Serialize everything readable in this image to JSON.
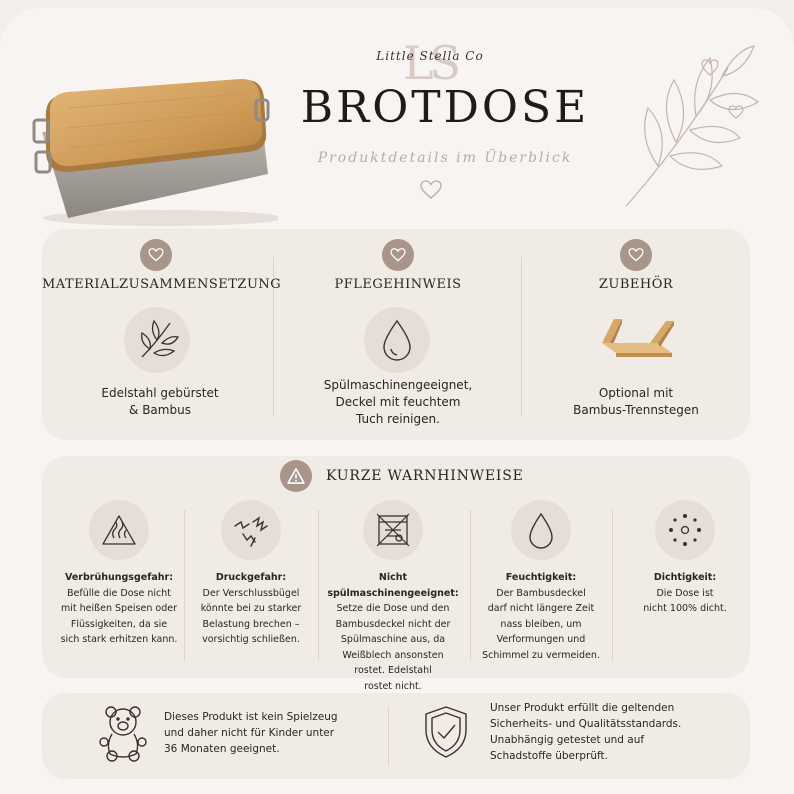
{
  "brand": {
    "monogram": "LS",
    "name": "Little Stella Co"
  },
  "header": {
    "title": "BROTDOSE",
    "subtitle": "Produktdetails im Überblick"
  },
  "details": [
    {
      "title": "MATERIALZUSAMMENSETZUNG",
      "text_lines": [
        "Edelstahl gebürstet",
        "& Bambus"
      ],
      "icon": "leaf-icon"
    },
    {
      "title": "PFLEGEHINWEIS",
      "text_lines": [
        "Spülmaschinengeeignet,",
        "Deckel mit feuchtem",
        "Tuch reinigen."
      ],
      "icon": "water-drop-icon"
    },
    {
      "title": "ZUBEHÖR",
      "text_lines": [
        "Optional mit",
        "Bambus-Trennstegen"
      ],
      "icon": "bamboo-divider-icon"
    }
  ],
  "warnings": {
    "title": "KURZE WARNHINWEISE",
    "items": [
      {
        "heading": "Verbrühungsgefahr:",
        "lines": [
          "Befülle die Dose nicht",
          "mit heißen Speisen oder",
          "Flüssigkeiten, da sie",
          "sich stark erhitzen kann."
        ],
        "icon": "hot-warning-icon"
      },
      {
        "heading": "Druckgefahr:",
        "lines": [
          "Der Verschlussbügel",
          "könnte bei zu starker",
          "Belastung brechen –",
          "vorsichtig schließen."
        ],
        "icon": "pressure-icon"
      },
      {
        "heading": "Nicht spülmaschinengeeignet:",
        "lines": [
          "Setze die Dose und den",
          "Bambusdeckel nicht der",
          "Spülmaschine aus, da",
          "Weißblech ansonsten",
          "rostet. Edelstahl",
          "rostet nicht."
        ],
        "icon": "no-dishwasher-icon"
      },
      {
        "heading": "Feuchtigkeit:",
        "lines": [
          "Der Bambusdeckel",
          "darf nicht längere Zeit",
          "nass bleiben, um",
          "Verformungen und",
          "Schimmel zu vermeiden."
        ],
        "icon": "moisture-drop-icon"
      },
      {
        "heading": "Dichtigkeit:",
        "lines": [
          "Die Dose ist",
          "nicht 100% dicht."
        ],
        "icon": "dots-circle-icon"
      }
    ]
  },
  "footer": {
    "toy_notice": [
      "Dieses Produkt ist kein Spielzeug",
      "und daher nicht für Kinder unter",
      "36 Monaten geeignet."
    ],
    "safety_notice": [
      "Unser Produkt erfüllt die geltenden",
      "Sicherheits- und Qualitätsstandards.",
      "Unabhängig getestet und auf",
      "Schadstoffe überprüft."
    ]
  },
  "colors": {
    "accent": "#a9958a",
    "panel": "#f1ebe6",
    "circle": "#e6ddd6",
    "background": "#f8f4f1"
  }
}
